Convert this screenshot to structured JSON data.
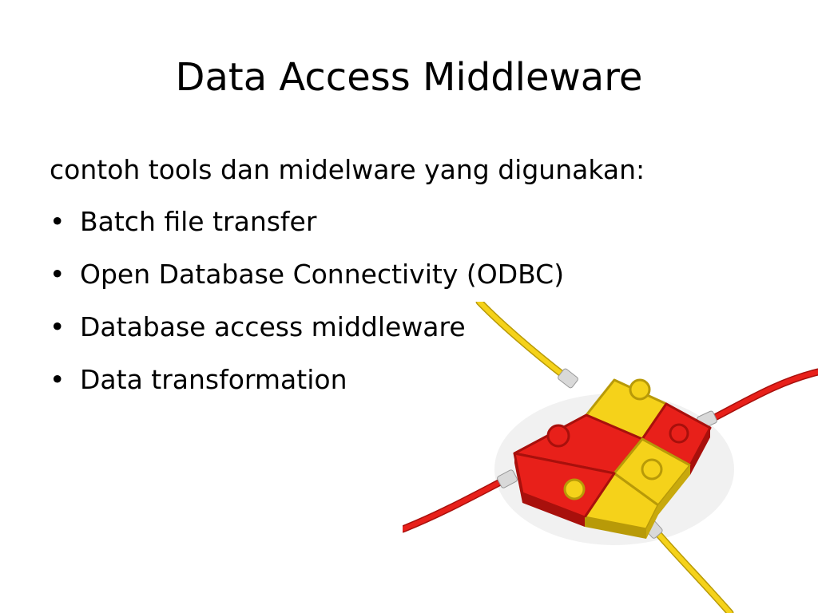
{
  "slide": {
    "title": "Data Access Middleware",
    "intro": "contoh tools dan midelware yang digunakan:",
    "bullet_symbol": "•",
    "bullets": [
      {
        "label": "Batch file transfer"
      },
      {
        "label": "Open Database Connectivity (ODBC)"
      },
      {
        "label": "Database access middleware"
      },
      {
        "label": "Data transformation"
      }
    ]
  },
  "illustration": {
    "icon": "puzzle-network-icon",
    "colors": {
      "red": "#e8201a",
      "red_dark": "#a8100c",
      "yellow": "#f5d21a",
      "yellow_dark": "#b89a08"
    }
  }
}
